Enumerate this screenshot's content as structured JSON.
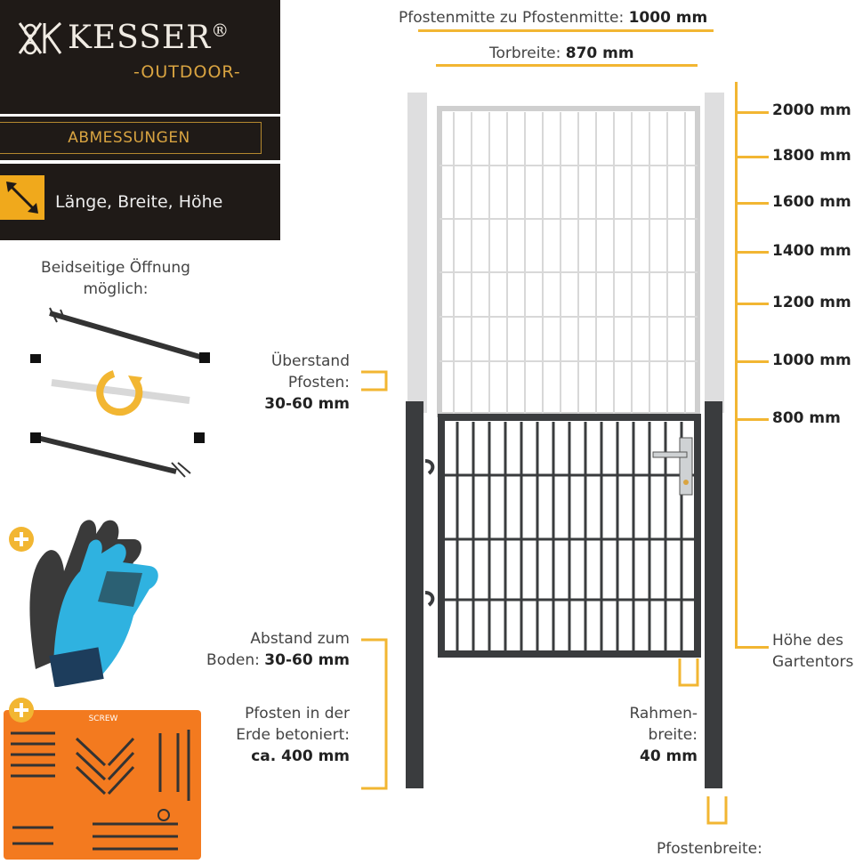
{
  "brand": {
    "name": "KESSER",
    "reg": "®",
    "sub": "-OUTDOOR-"
  },
  "sidebar": {
    "section_label": "ABMESSUNGEN",
    "dimensions_label": "Länge, Breite, Höhe",
    "opening_text": "Beidseitige Öffnung möglich:",
    "screw_label": "SCREW"
  },
  "top": {
    "post_center_label": "Pfostenmitte zu Pfostenmitte:",
    "post_center_value": "1000 mm",
    "gate_width_label": "Torbreite:",
    "gate_width_value": "870 mm"
  },
  "heights": [
    "2000 mm",
    "1800 mm",
    "1600 mm",
    "1400 mm",
    "1200 mm",
    "1000 mm",
    "800 mm"
  ],
  "annotations": {
    "overhang_line1": "Überstand",
    "overhang_line2": "Pfosten:",
    "overhang_value": "30-60 mm",
    "ground_line1": "Abstand zum",
    "ground_line2": "Boden:",
    "ground_value": "30-60 mm",
    "concrete_line1": "Pfosten in der",
    "concrete_line2": "Erde betoniert:",
    "concrete_value": "ca. 400 mm",
    "frame_line1": "Rahmen-",
    "frame_line2": "breite:",
    "frame_value": "40 mm",
    "gate_height_line1": "Höhe des",
    "gate_height_line2": "Gartentors",
    "post_width_label": "Pfostenbreite:"
  },
  "colors": {
    "accent": "#f2b632",
    "dark": "#1f1a17",
    "orange": "#f37a1f",
    "gate": "#3a3c3e"
  }
}
